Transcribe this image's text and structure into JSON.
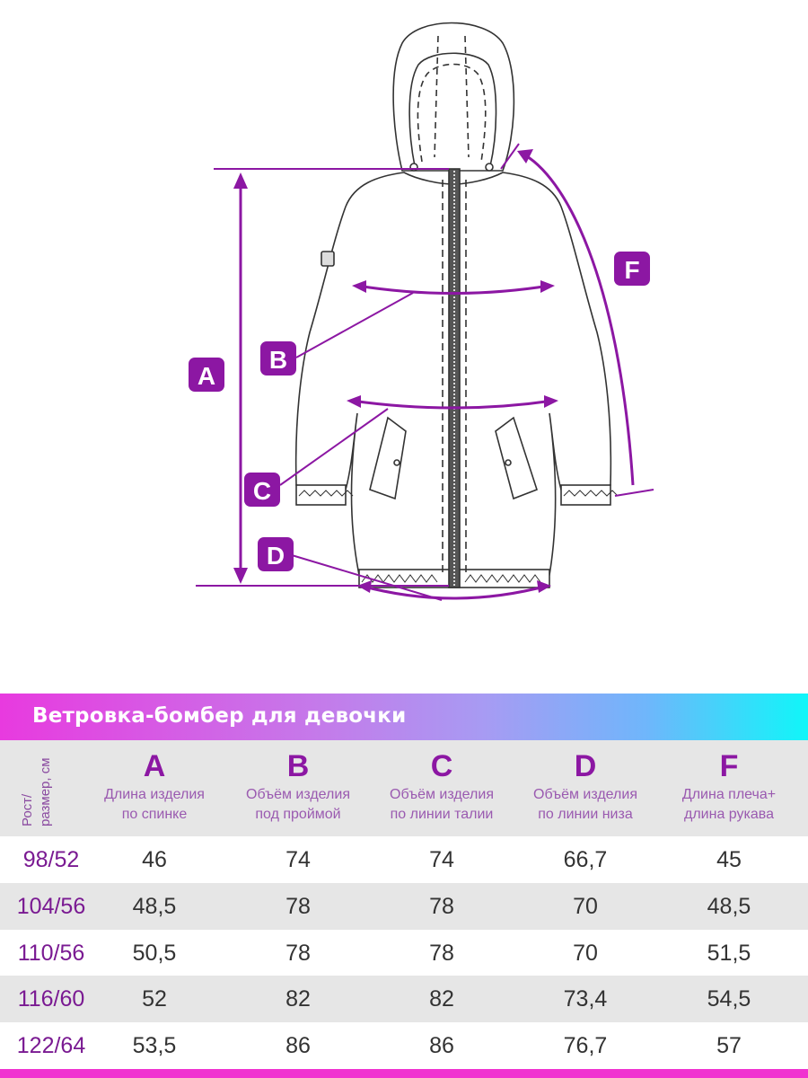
{
  "diagram": {
    "labels": {
      "A": "A",
      "B": "B",
      "C": "C",
      "D": "D",
      "F": "F"
    },
    "accent": "#8c17a3"
  },
  "banner": {
    "title": "Ветровка-бомбер для девочки"
  },
  "table": {
    "row_header": "Рост/ размер, см",
    "row_header_lines": [
      "Рост/",
      "размер, см"
    ],
    "columns": [
      {
        "letter": "A",
        "desc_lines": [
          "Длина изделия",
          "по спинке"
        ]
      },
      {
        "letter": "B",
        "desc_lines": [
          "Объём изделия",
          "под проймой"
        ]
      },
      {
        "letter": "C",
        "desc_lines": [
          "Объём изделия",
          "по линии талии"
        ]
      },
      {
        "letter": "D",
        "desc_lines": [
          "Объём изделия",
          "по линии низа"
        ]
      },
      {
        "letter": "F",
        "desc_lines": [
          "Длина плеча+",
          "длина рукава"
        ]
      }
    ],
    "rows": [
      {
        "size": "98/52",
        "values": [
          "46",
          "74",
          "74",
          "66,7",
          "45"
        ]
      },
      {
        "size": "104/56",
        "values": [
          "48,5",
          "78",
          "78",
          "70",
          "48,5"
        ]
      },
      {
        "size": "110/56",
        "values": [
          "50,5",
          "78",
          "78",
          "70",
          "51,5"
        ]
      },
      {
        "size": "116/60",
        "values": [
          "52",
          "82",
          "82",
          "73,4",
          "54,5"
        ]
      },
      {
        "size": "122/64",
        "values": [
          "53,5",
          "86",
          "86",
          "76,7",
          "57"
        ]
      }
    ]
  },
  "colors": {
    "accent": "#8c17a3",
    "header_bg": "#e6e6e6",
    "bottom_bar": "#f033d0"
  }
}
